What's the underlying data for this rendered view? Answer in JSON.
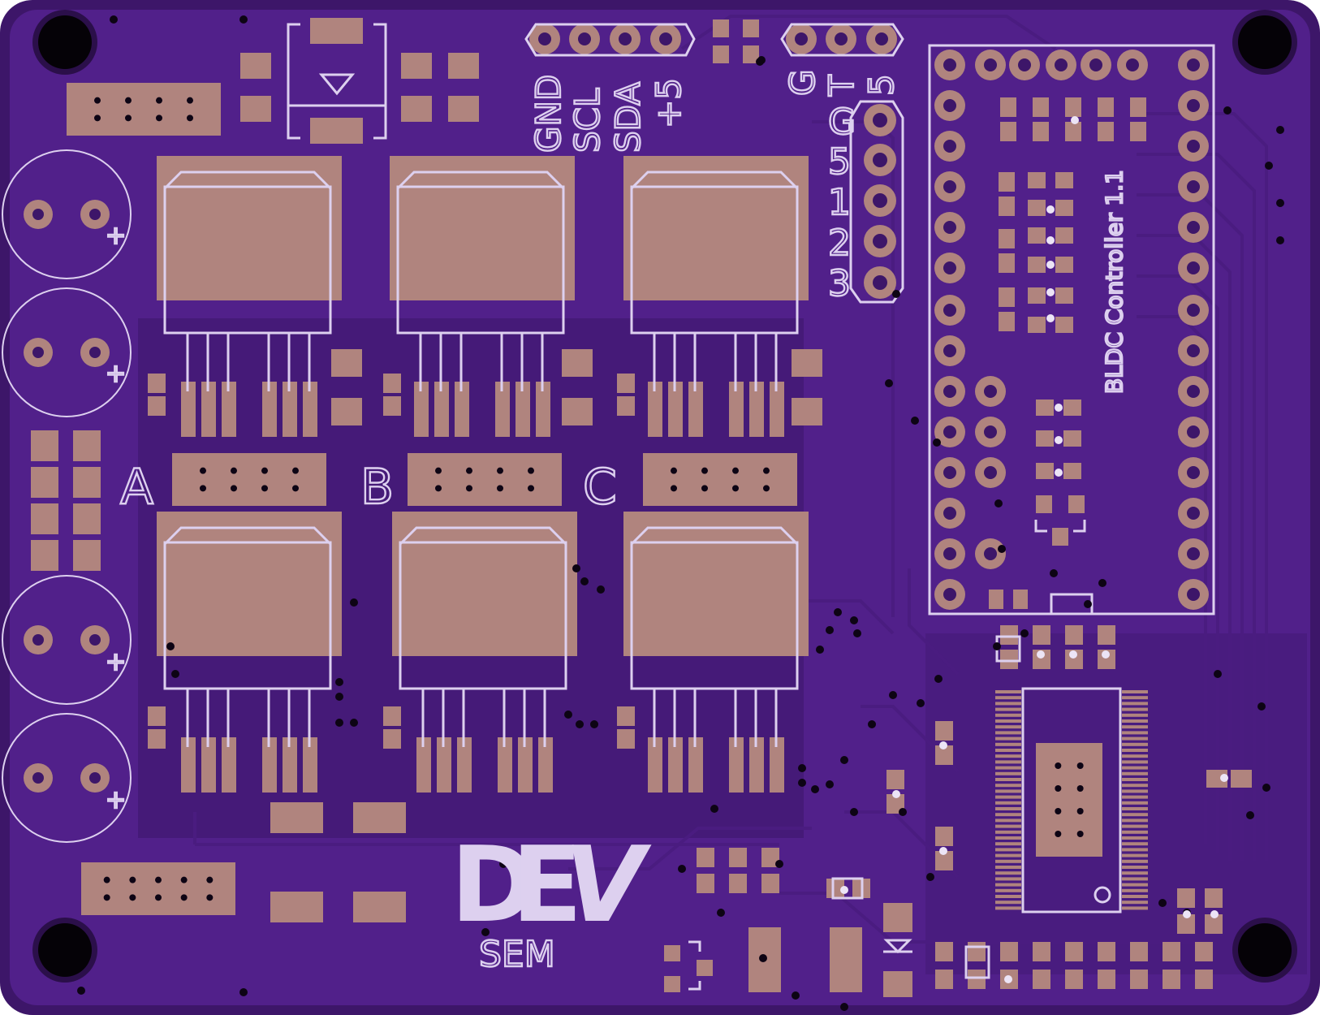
{
  "board": {
    "colors": {
      "substrate": "#3d1669",
      "copper": "#51208a",
      "trace": "#4a1c80",
      "pad": "#b0847e",
      "silk": "#ddd0ef",
      "hole": "#050207",
      "via": "#0d0414"
    }
  },
  "labels": {
    "header_gnd": "GND",
    "header_scl": "SCL",
    "header_sda": "SDA",
    "header_5v": "+5",
    "hdr2_g": "G",
    "hdr2_t": "T",
    "hdr2_5": "5",
    "side_g": "G",
    "side_5": "5",
    "side_1": "1",
    "side_2": "2",
    "side_3": "3",
    "phase_a": "A",
    "phase_b": "B",
    "phase_c": "C",
    "board_title": "BLDC Controller 1.1",
    "logo_d": "D",
    "logo_e": "E",
    "logo_v": "V",
    "sem": "SEM",
    "plus": "+"
  }
}
